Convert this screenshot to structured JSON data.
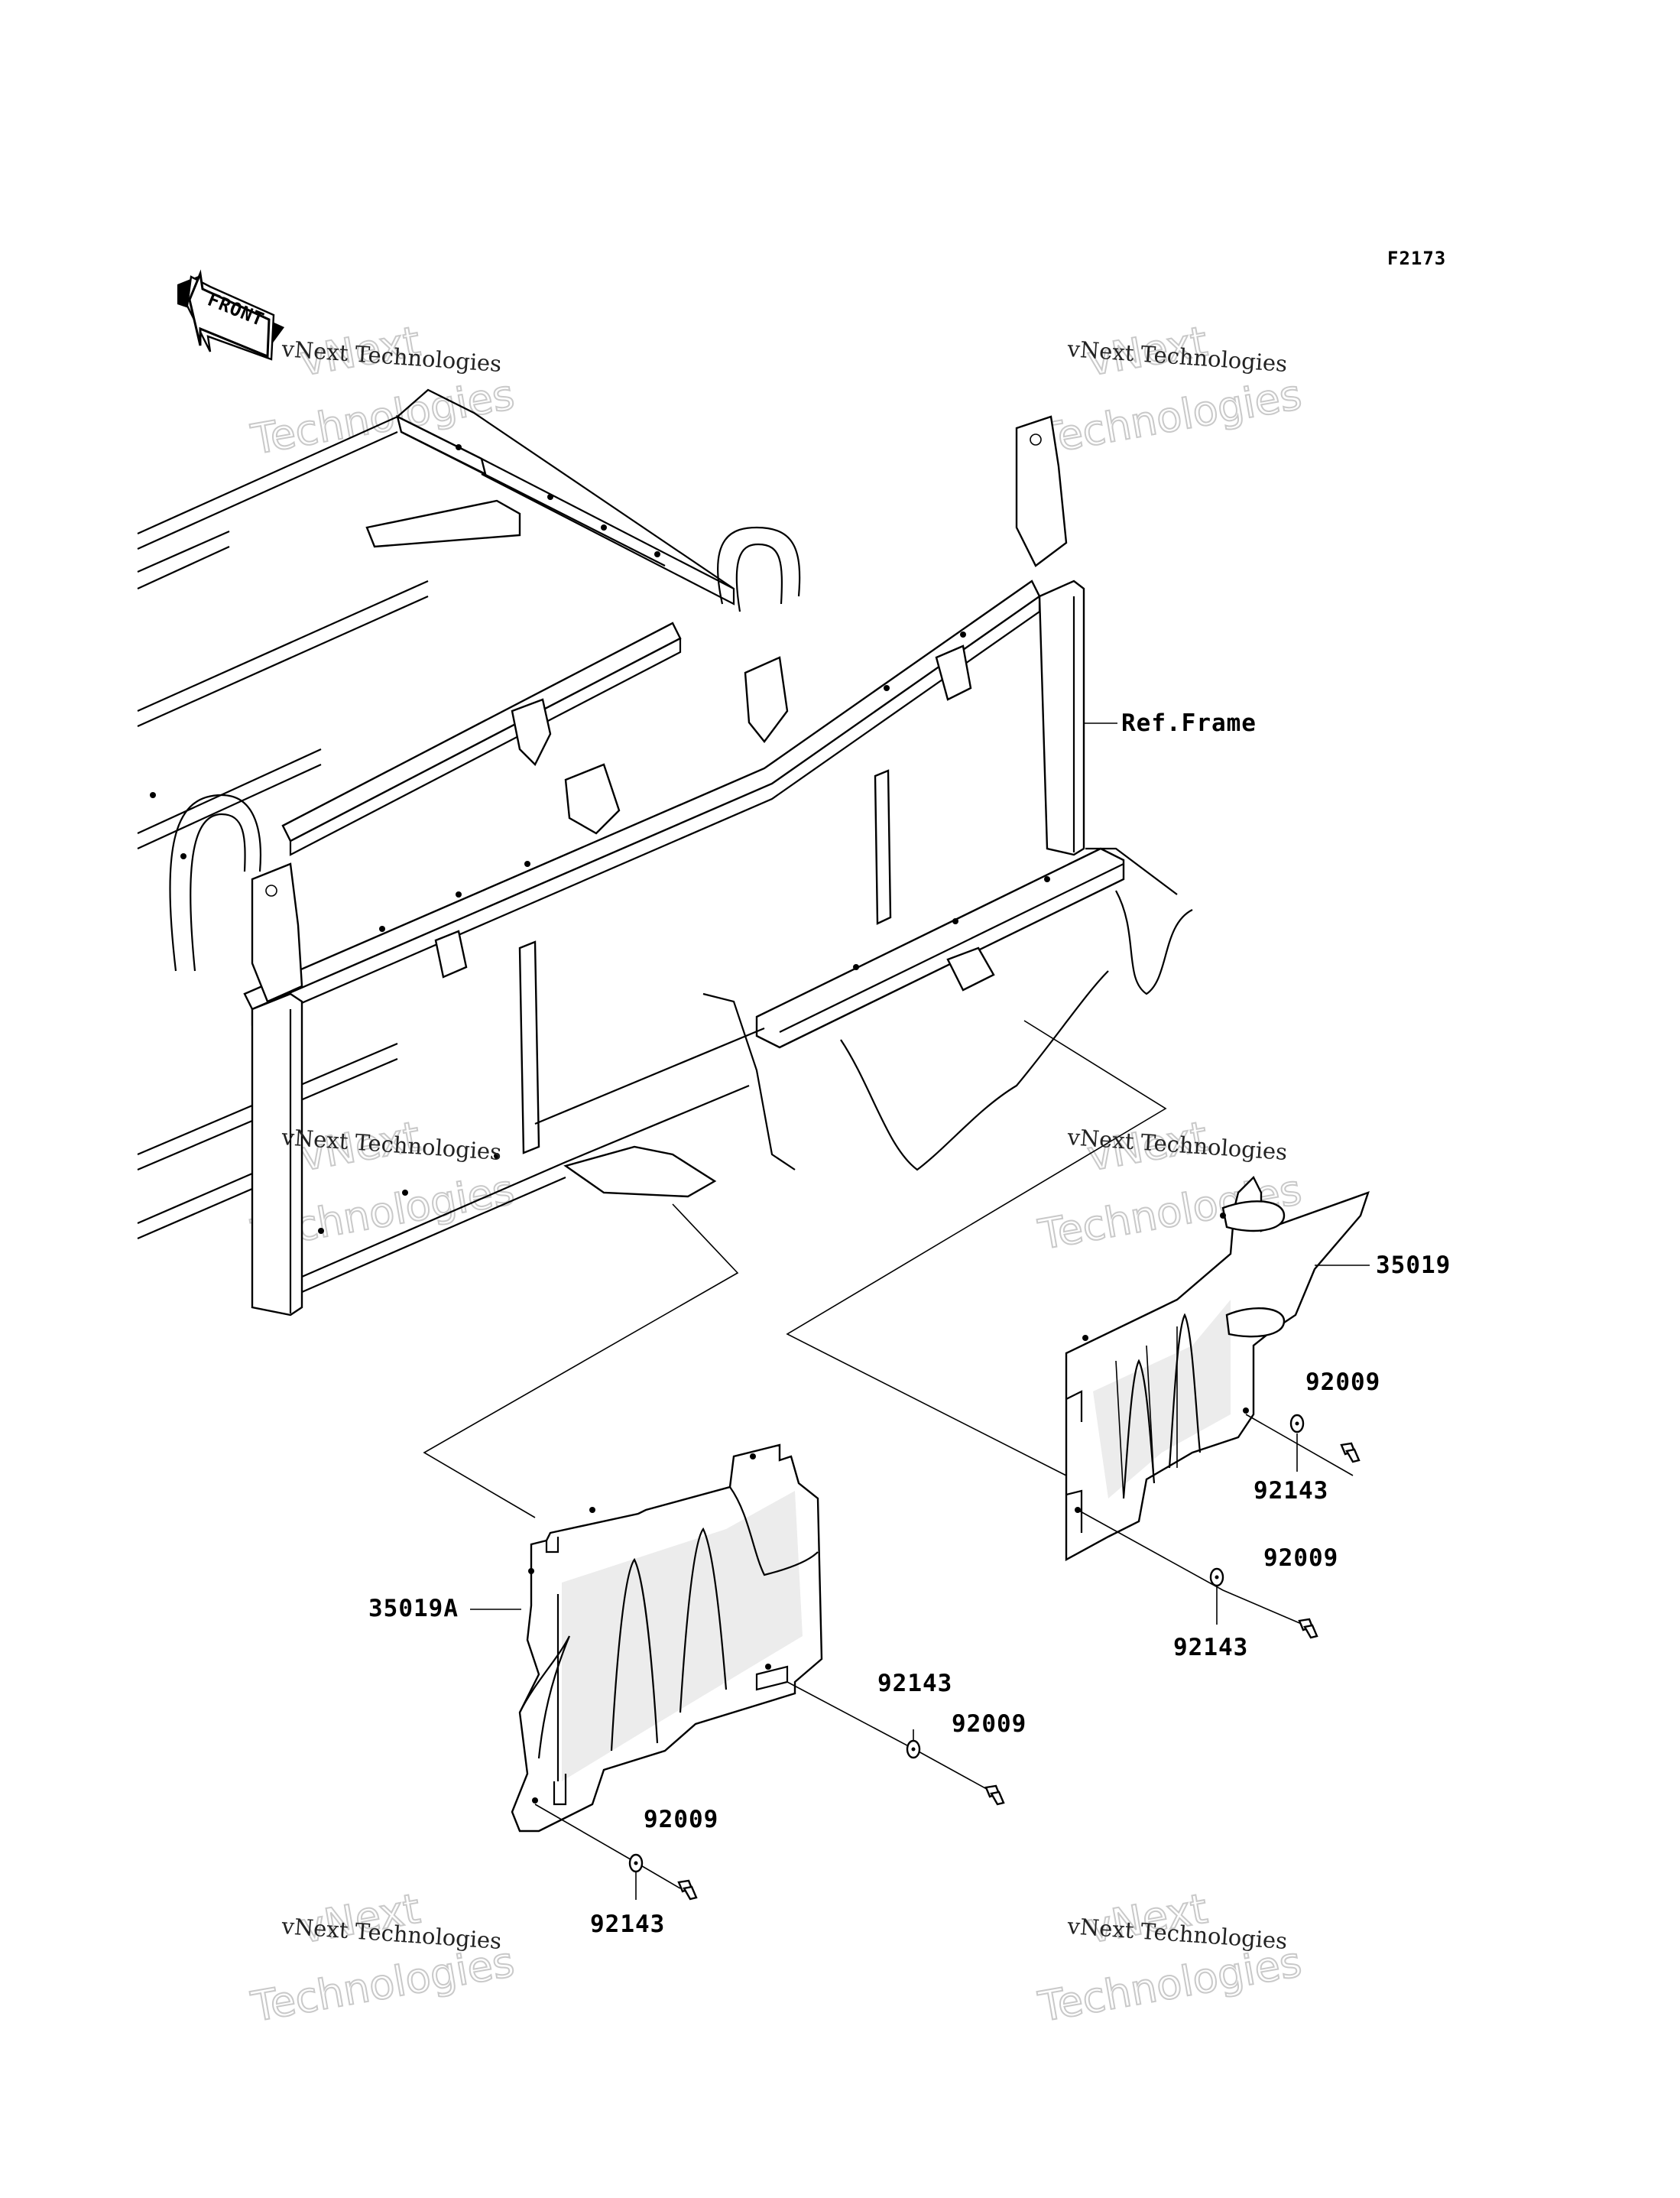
{
  "diagram": {
    "code": "F2173",
    "front_arrow_label": "FRONT",
    "reference_label": "Ref.Frame",
    "parts": {
      "guard_right": "35019",
      "guard_left": "35019A",
      "bolt_1": "92009",
      "bolt_2": "92009",
      "bolt_3": "92009",
      "bolt_4": "92009",
      "washer_1": "92143",
      "washer_2": "92143",
      "washer_3": "92143",
      "washer_4": "92143"
    },
    "watermark": {
      "line_small": "vNext Technologies",
      "line_big_top": "vNext",
      "line_big_bottom": "Technologies"
    }
  }
}
